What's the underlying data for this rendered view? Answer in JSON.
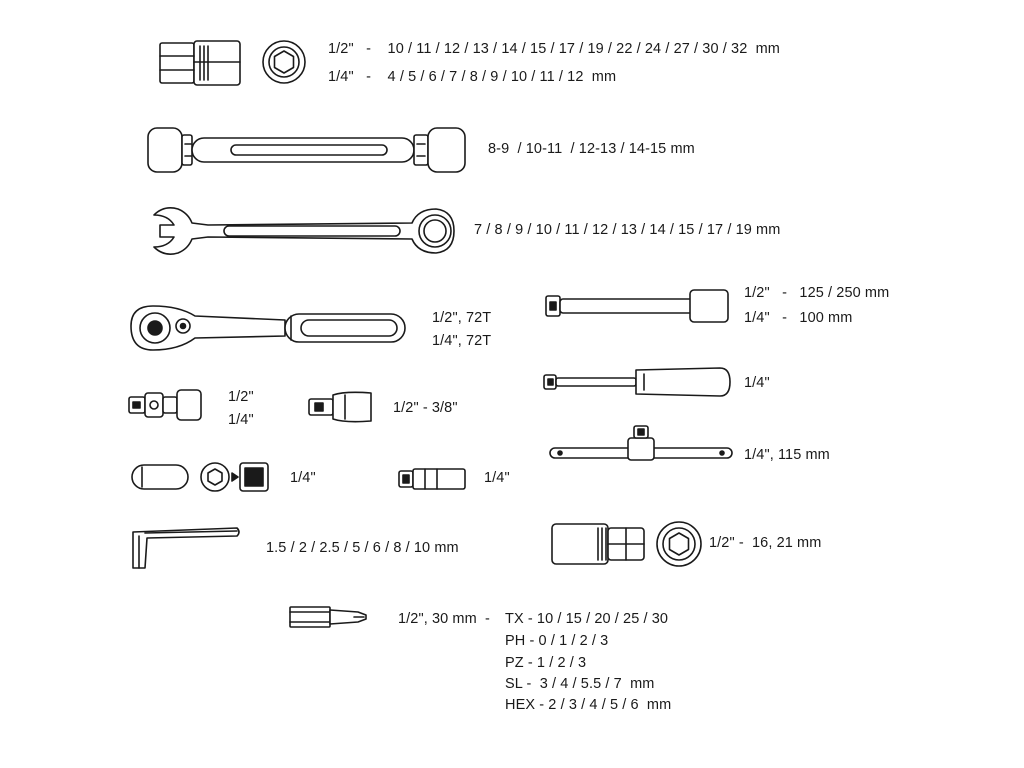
{
  "sockets": {
    "line1": "1/2\"   -    10 / 11 / 12 / 13 / 14 / 15 / 17 / 19 / 22 / 24 / 27 / 30 / 32  mm",
    "line2": "1/4\"   -    4 / 5 / 6 / 7 / 8 / 9 / 10 / 11 / 12  mm"
  },
  "flex_wrench": {
    "label": "8-9  / 10-11  / 12-13 / 14-15 mm"
  },
  "combination_wrench": {
    "label": "7 / 8 / 9 / 10 / 11 / 12 / 13 / 14 / 15 / 17 / 19 mm"
  },
  "ratchet": {
    "line1": "1/2\", 72T",
    "line2": "1/4\", 72T"
  },
  "extension_bar": {
    "line1": "1/2\"   -   125 / 250 mm",
    "line2": "1/4\"   -   100 mm"
  },
  "universal_joint": {
    "line1": "1/2\"",
    "line2": "1/4\""
  },
  "adapter": {
    "label": "1/2\" - 3/8\""
  },
  "spinner_handle": {
    "label": "1/4\""
  },
  "deep_socket_adapter": {
    "label": "1/4\""
  },
  "bit_adapter": {
    "label": "1/4\""
  },
  "t_bar": {
    "label": "1/4\", 115 mm"
  },
  "hex_key": {
    "label": "1.5 / 2 / 2.5 / 5 / 6 / 8 / 10 mm"
  },
  "spark_plug_socket": {
    "label": "1/2\" -  16, 21 mm"
  },
  "bits": {
    "spec": "1/2\", 30 mm  -",
    "lines": [
      "TX - 10 / 15 / 20 / 25 / 30",
      "PH - 0 / 1 / 2 / 3",
      "PZ - 1 / 2 / 3",
      "SL -  3 / 4 / 5.5 / 7  mm",
      "HEX - 2 / 3 / 4 / 5 / 6  mm"
    ]
  }
}
